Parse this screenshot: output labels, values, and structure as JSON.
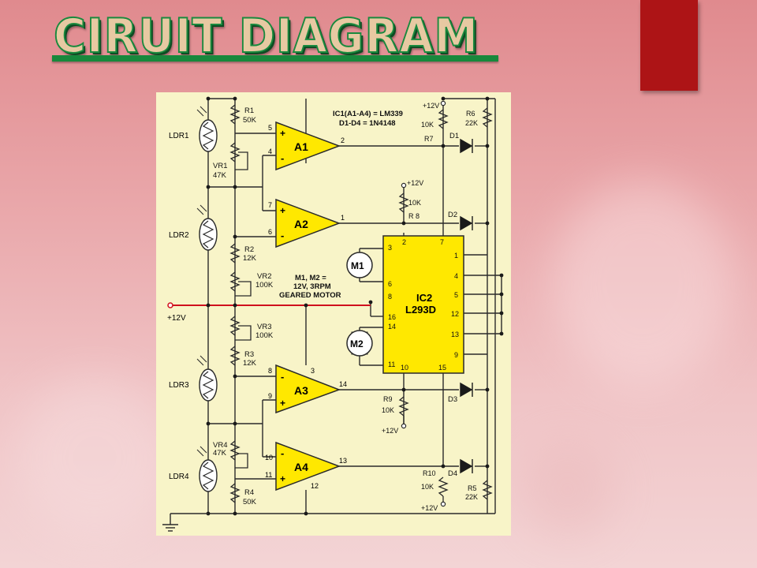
{
  "slide": {
    "title": "CIRUIT DIAGRAM",
    "colors": {
      "accent": "#ad1416",
      "title_outline": "#1a8a3e",
      "title_fill": "#e7c9a2",
      "panel": "#f8f4c8",
      "ic_fill": "#ffe800",
      "wire_red": "#d0101e"
    }
  },
  "diagram": {
    "notes": {
      "ic1": "IC1(A1-A4) = LM339",
      "diodes": "D1-D4 = 1N4148",
      "motors_1": "M1, M2 =",
      "motors_2": "12V, 3RPM",
      "motors_3": "GEARED MOTOR"
    },
    "supply": "+12V",
    "ldrs": {
      "ldr1": "LDR1",
      "ldr2": "LDR2",
      "ldr3": "LDR3",
      "ldr4": "LDR4"
    },
    "resistors": {
      "r1": "R1",
      "r1_val": "50K",
      "r2": "R2",
      "r2_val": "12K",
      "r3": "R3",
      "r3_val": "12K",
      "r4": "R4",
      "r4_val": "50K",
      "vr1": "VR1",
      "vr1_val": "47K",
      "vr2": "VR2",
      "vr2_val": "100K",
      "vr3": "VR3",
      "vr3_val": "100K",
      "vr4": "VR4",
      "vr4_val": "47K",
      "r5": "R5",
      "r5_val": "22K",
      "r6": "R6",
      "r6_val": "22K",
      "r7": "R7",
      "r7_val": "10K",
      "r8": "R 8",
      "r8_val": "10K",
      "r9": "R9",
      "r9_val": "10K",
      "r10": "R10",
      "r10_val": "10K"
    },
    "opamps": {
      "a1": "A1",
      "a2": "A2",
      "a3": "A3",
      "a4": "A4"
    },
    "diodes": {
      "d1": "D1",
      "d2": "D2",
      "d3": "D3",
      "d4": "D4"
    },
    "motors": {
      "m1": "M1",
      "m2": "M2"
    },
    "ic2": {
      "name": "IC2",
      "part": "L293D"
    },
    "pins": {
      "a1_p5": "5",
      "a1_p4": "4",
      "a1_out": "2",
      "a2_p7": "7",
      "a2_p6": "6",
      "a2_out": "1",
      "a3_p8": "8",
      "a3_p9": "9",
      "a3_vcc": "3",
      "a3_out": "14",
      "a4_p10": "10",
      "a4_p11": "11",
      "a4_gnd": "12",
      "a4_out": "13",
      "ic2_2": "2",
      "ic2_7": "7",
      "ic2_3": "3",
      "ic2_6": "6",
      "ic2_8": "8",
      "ic2_16": "16",
      "ic2_14": "14",
      "ic2_11": "11",
      "ic2_10": "10",
      "ic2_15": "15",
      "ic2_1": "1",
      "ic2_4": "4",
      "ic2_5": "5",
      "ic2_12": "12",
      "ic2_13": "13",
      "ic2_9": "9"
    },
    "signs": {
      "plus": "+",
      "minus": "-"
    }
  }
}
